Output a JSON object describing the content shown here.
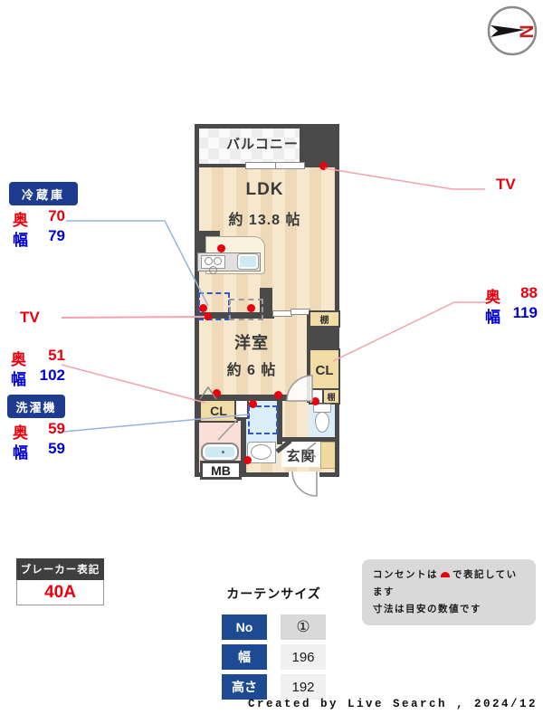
{
  "compass": {
    "label": "N"
  },
  "plan": {
    "balcony": "バルコニー",
    "ldk_name": "LDK",
    "ldk_size": "約 13.8 帖",
    "bedroom_name": "洋室",
    "bedroom_size": "約 6 帖",
    "shelf_top": "棚",
    "shelf_small": "棚",
    "closet_right": "CL",
    "closet_left": "CL",
    "entrance": "玄関",
    "meter_box": "MB"
  },
  "annotations": {
    "fridge": {
      "title": "冷蔵庫",
      "depth_label": "奥",
      "depth": "70",
      "width_label": "幅",
      "width": "79"
    },
    "tv_left": "TV",
    "tv_right": "TV",
    "closet_left": {
      "depth_label": "奥",
      "depth": "51",
      "width_label": "幅",
      "width": "102"
    },
    "washer": {
      "title": "洗濯機",
      "depth_label": "奥",
      "depth": "59",
      "width_label": "幅",
      "width": "59"
    },
    "closet_right": {
      "depth_label": "奥",
      "depth": "88",
      "width_label": "幅",
      "width": "119"
    }
  },
  "breaker": {
    "title": "ブレーカー表記",
    "value": "40A"
  },
  "curtain": {
    "title": "カーテンサイズ",
    "rows": [
      {
        "label": "No",
        "value": "①"
      },
      {
        "label": "幅",
        "value": "196"
      },
      {
        "label": "高さ",
        "value": "192"
      }
    ]
  },
  "note": {
    "line1_before": "コンセントは",
    "line1_after": "で表記しています",
    "line2": "寸法は目安の数値です"
  },
  "footer": "Created by Live Search , 2024/12",
  "colors": {
    "accent_navy": "#1e4a94",
    "red": "#e8000d",
    "blue": "#0000d8",
    "wall": "#4a4a4a"
  }
}
